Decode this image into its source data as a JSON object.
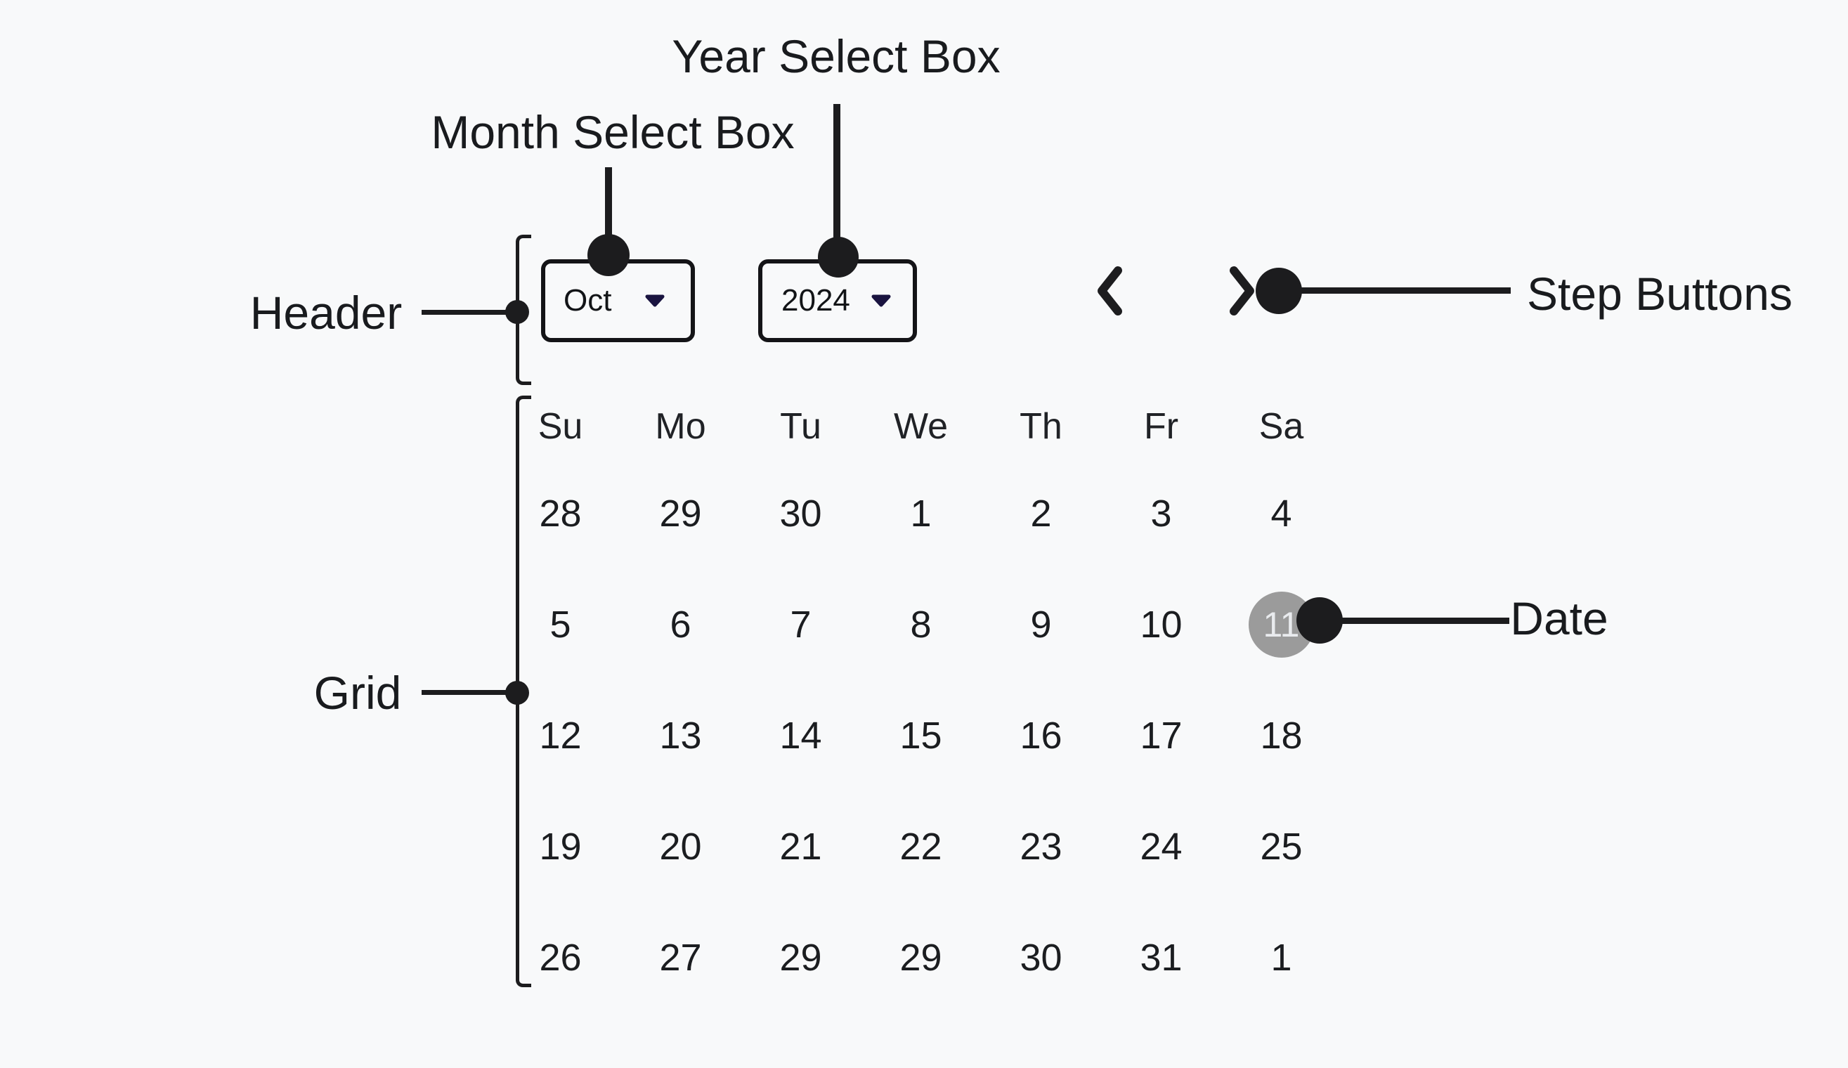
{
  "colors": {
    "background": "#f8f9fa",
    "ink": "#1c1c1e",
    "select_border": "#141417",
    "dropdown_arrow": "#1a1440",
    "selected_date_bg": "#9b9b9b",
    "selected_date_text": "#e9ebee"
  },
  "annotations": {
    "year_select": "Year Select Box",
    "month_select": "Month Select Box",
    "header": "Header",
    "step_buttons": "Step Buttons",
    "grid": "Grid",
    "date": "Date"
  },
  "calendar": {
    "month": "Oct",
    "year": "2024",
    "prev_icon": "chevron-left",
    "next_icon": "chevron-right",
    "weekdays": [
      "Su",
      "Mo",
      "Tu",
      "We",
      "Th",
      "Fr",
      "Sa"
    ],
    "weeks": [
      [
        "28",
        "29",
        "30",
        "1",
        "2",
        "3",
        "4"
      ],
      [
        "5",
        "6",
        "7",
        "8",
        "9",
        "10",
        "11"
      ],
      [
        "12",
        "13",
        "14",
        "15",
        "16",
        "17",
        "18"
      ],
      [
        "19",
        "20",
        "21",
        "22",
        "23",
        "24",
        "25"
      ],
      [
        "26",
        "27",
        "29",
        "29",
        "30",
        "31",
        "1"
      ]
    ],
    "selected": {
      "week": 1,
      "day": 6,
      "value": "11"
    }
  }
}
